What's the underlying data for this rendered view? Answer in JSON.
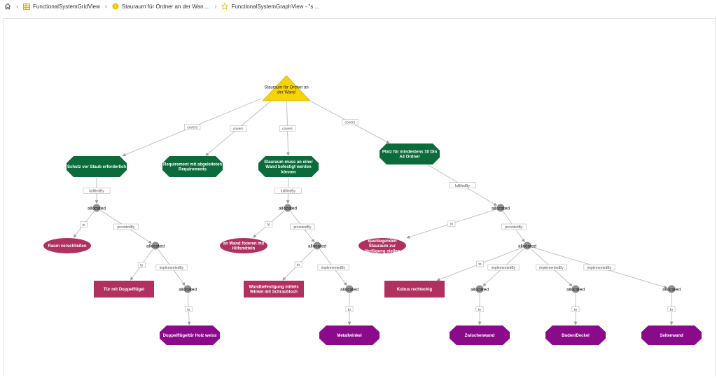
{
  "breadcrumb": {
    "items": [
      {
        "label": "FunctionalSystemGridView",
        "icon": "grid-view-icon"
      },
      {
        "label": "Stauraum für Ordner an der Wan ...",
        "icon": "info-icon"
      },
      {
        "label": "FunctionalSystemGraphView - \"s ...",
        "icon": "star-icon"
      }
    ]
  },
  "colors": {
    "goal": "#f6d309",
    "requirement": "#0b6b3a",
    "function": "#b03060",
    "component": "#8b0a8b",
    "connector": "#8f8f8f",
    "edge": "#b3b3b3"
  },
  "graph": {
    "nodes": [
      {
        "id": "root",
        "type": "goal",
        "lines": [
          "Stauraum für Ordner an",
          "der Wand"
        ]
      },
      {
        "id": "r1",
        "type": "requirement",
        "lines": [
          "Schutz vor Staub erforderlich"
        ]
      },
      {
        "id": "r2",
        "type": "requirement",
        "lines": [
          "Requirement mit abgeleiteten",
          "Requirements"
        ]
      },
      {
        "id": "r3",
        "type": "requirement",
        "lines": [
          "Stauraum muss an einer",
          "Wand befestigt werden",
          "können"
        ]
      },
      {
        "id": "r4",
        "type": "requirement",
        "lines": [
          "Platz für mindestens 10 Din",
          "A4 Ordner"
        ]
      },
      {
        "id": "c1",
        "type": "connector",
        "lines": [
          "allocated"
        ]
      },
      {
        "id": "f1",
        "type": "function",
        "lines": [
          "Raum verschließen"
        ]
      },
      {
        "id": "c2",
        "type": "connector",
        "lines": [
          "allocated"
        ]
      },
      {
        "id": "p1",
        "type": "part",
        "lines": [
          "Tür mit Doppelflügel"
        ]
      },
      {
        "id": "c3",
        "type": "connector",
        "lines": [
          "allocated"
        ]
      },
      {
        "id": "k1",
        "type": "component",
        "lines": [
          "Doppelflügeltür Holz weiss"
        ]
      },
      {
        "id": "c4",
        "type": "connector",
        "lines": [
          "allocated"
        ]
      },
      {
        "id": "f2",
        "type": "function",
        "lines": [
          "an Wand fixieren mit",
          "Hilfsmitteln"
        ]
      },
      {
        "id": "c5",
        "type": "connector",
        "lines": [
          "allocated"
        ]
      },
      {
        "id": "p2",
        "type": "part",
        "lines": [
          "Wandbefestigung mittels",
          "Winkel mit Schraubloch"
        ]
      },
      {
        "id": "c6",
        "type": "connector",
        "lines": [
          "allocated"
        ]
      },
      {
        "id": "k2",
        "type": "component",
        "lines": [
          "Metallwinkel"
        ]
      },
      {
        "id": "c7",
        "type": "connector",
        "lines": [
          "allocated"
        ]
      },
      {
        "id": "f3",
        "type": "function",
        "lines": [
          "querliegenden",
          "Stauraum zur",
          "Verfügung stellen"
        ]
      },
      {
        "id": "c8",
        "type": "connector",
        "lines": [
          "allocated"
        ]
      },
      {
        "id": "p3",
        "type": "part",
        "lines": [
          "Kubus rechteckig"
        ]
      },
      {
        "id": "c9",
        "type": "connector",
        "lines": [
          "allocated"
        ]
      },
      {
        "id": "k3",
        "type": "component",
        "lines": [
          "Zwischenwand"
        ]
      },
      {
        "id": "c10",
        "type": "connector",
        "lines": [
          "allocated"
        ]
      },
      {
        "id": "k4",
        "type": "component",
        "lines": [
          "Boden/Deckel"
        ]
      },
      {
        "id": "c11",
        "type": "connector",
        "lines": [
          "allocated"
        ]
      },
      {
        "id": "k5",
        "type": "component",
        "lines": [
          "Seitenwand"
        ]
      }
    ],
    "edges": [
      {
        "from": "root",
        "to": "r1",
        "label": "covers"
      },
      {
        "from": "root",
        "to": "r2",
        "label": "covers"
      },
      {
        "from": "root",
        "to": "r3",
        "label": "covers"
      },
      {
        "from": "root",
        "to": "r4",
        "label": "covers"
      },
      {
        "from": "r1",
        "to": "c1",
        "label": "fulfilledBy"
      },
      {
        "from": "c1",
        "to": "f1",
        "label": "to"
      },
      {
        "from": "c1",
        "to": "c2",
        "label": "providedBy"
      },
      {
        "from": "c2",
        "to": "p1",
        "label": "to"
      },
      {
        "from": "c2",
        "to": "c3",
        "label": "implementedBy"
      },
      {
        "from": "c3",
        "to": "k1",
        "label": "to"
      },
      {
        "from": "r3",
        "to": "c4",
        "label": "fulfilledBy"
      },
      {
        "from": "c4",
        "to": "f2",
        "label": "to"
      },
      {
        "from": "c4",
        "to": "c5",
        "label": "providedBy"
      },
      {
        "from": "c5",
        "to": "p2",
        "label": "to"
      },
      {
        "from": "c5",
        "to": "c6",
        "label": "implementedBy"
      },
      {
        "from": "c6",
        "to": "k2",
        "label": "to"
      },
      {
        "from": "r4",
        "to": "c7",
        "label": "fulfilledBy"
      },
      {
        "from": "c7",
        "to": "f3",
        "label": "to"
      },
      {
        "from": "c7",
        "to": "c8",
        "label": "providedBy"
      },
      {
        "from": "c8",
        "to": "p3",
        "label": "to"
      },
      {
        "from": "c8",
        "to": "c9",
        "label": "implementedBy"
      },
      {
        "from": "c8",
        "to": "c10",
        "label": "implementedBy"
      },
      {
        "from": "c8",
        "to": "c11",
        "label": "implementedBy"
      },
      {
        "from": "c9",
        "to": "k3",
        "label": "to"
      },
      {
        "from": "c10",
        "to": "k4",
        "label": "to"
      },
      {
        "from": "c11",
        "to": "k5",
        "label": "to"
      }
    ]
  }
}
